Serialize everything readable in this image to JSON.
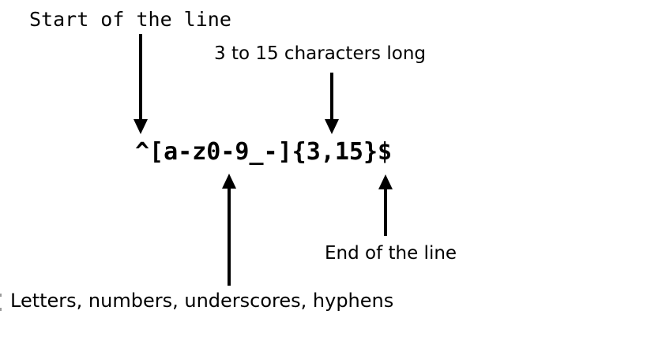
{
  "diagram": {
    "title_context": "Regex pattern explanation",
    "regex": "^[a-z0-9_-]{3,15}$",
    "labels": {
      "start": "Start of the line",
      "length": "3 to 15 characters long",
      "end": "End of the line",
      "charclass": "Letters, numbers, underscores, hyphens"
    },
    "colors": {
      "background": "#ffffff",
      "ink": "#000000"
    }
  }
}
